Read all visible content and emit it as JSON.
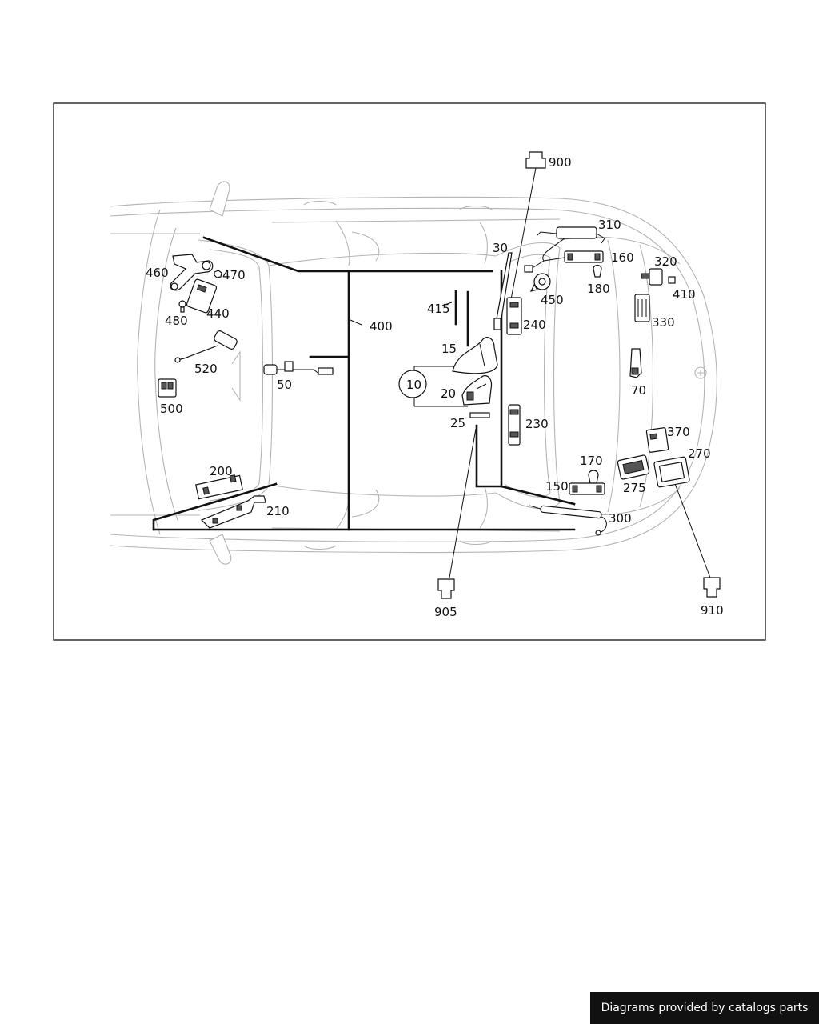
{
  "labels": {
    "l10": "10",
    "l15": "15",
    "l20": "20",
    "l25": "25",
    "l30": "30",
    "l50": "50",
    "l70": "70",
    "l150": "150",
    "l160": "160",
    "l170": "170",
    "l180": "180",
    "l200": "200",
    "l210": "210",
    "l230": "230",
    "l240": "240",
    "l270": "270",
    "l275": "275",
    "l300": "300",
    "l310": "310",
    "l320": "320",
    "l330": "330",
    "l370": "370",
    "l400": "400",
    "l410": "410",
    "l415": "415",
    "l440": "440",
    "l450": "450",
    "l460": "460",
    "l470": "470",
    "l480": "480",
    "l500": "500",
    "l520": "520",
    "l900": "900",
    "l905": "905",
    "l910": "910"
  },
  "footer": {
    "credit": "Diagrams provided by catalogs parts"
  }
}
